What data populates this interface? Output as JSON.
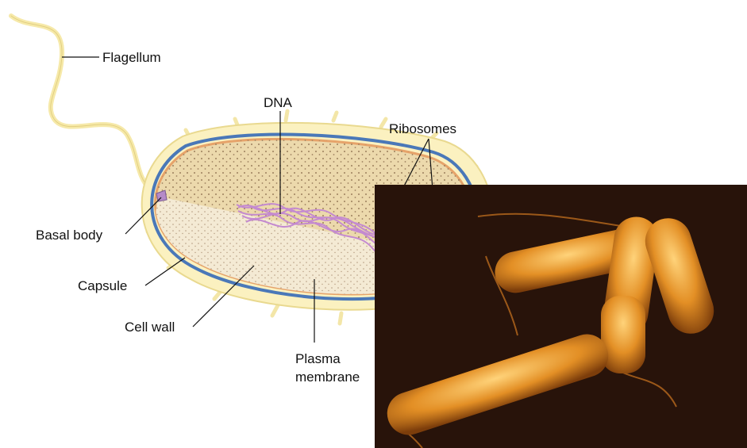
{
  "labels": {
    "flagellum": "Flagellum",
    "dna": "DNA",
    "ribosomes": "Ribosomes",
    "basal_body": "Basal body",
    "capsule": "Capsule",
    "cell_wall": "Cell wall",
    "plasma_membrane_line1": "Plasma",
    "plasma_membrane_line2": "membrane"
  },
  "colors": {
    "capsule": "#fbf1c0",
    "capsule_edge": "#e9d98f",
    "cell_wall": "#4a78b8",
    "membrane": "#e6a36a",
    "cytoplasm": "#ecd9ac",
    "dna": "#c48ad0",
    "ribosome_dot": "#a08562",
    "photo_bg": "#1f0f08",
    "bacteria": "#e7982f"
  }
}
